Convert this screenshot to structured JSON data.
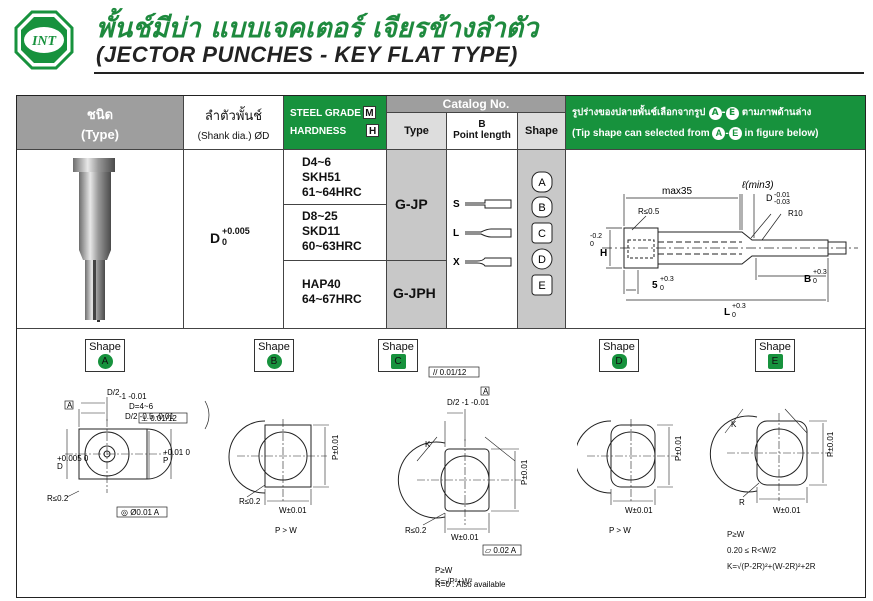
{
  "logo": {
    "text": "INT"
  },
  "title": {
    "thai": "พั้นช์มีบ่า แบบเจคเตอร์ เจียรข้างลำตัว",
    "english": "(JECTOR PUNCHES - KEY FLAT TYPE)"
  },
  "header": {
    "type_th": "ชนิด",
    "type_en": "(Type)",
    "shank_th": "ลำตัวพั้นช์",
    "shank_en": "(Shank dia.) ØD",
    "steel_grade": "STEEL GRADE",
    "steel_grade_box": "M",
    "hardness": "HARDNESS",
    "hardness_box": "H",
    "catalog": "Catalog No.",
    "type_col": "Type",
    "b_col": "B",
    "point_length": "Point length",
    "shape_col": "Shape",
    "tip_th_pre": "รูปร่างของปลายพั้นช์เลือกจากรูป",
    "tip_th_a": "A",
    "tip_th_dash": "-",
    "tip_th_e": "E",
    "tip_th_post": "ตามภาพด้านล่าง",
    "tip_en_pre": "(Tip shape can selected from",
    "tip_en_a": "A",
    "tip_en_dash": "-",
    "tip_en_e": "E",
    "tip_en_post": "in figure below)"
  },
  "row": {
    "d_main": "D",
    "d_upper": "+0.005",
    "d_lower": "0",
    "materials": [
      {
        "range": "D4~6",
        "grade": "SKH51",
        "hardness": "61~64HRC"
      },
      {
        "range": "D8~25",
        "grade": "SKD11",
        "hardness": "60~63HRC"
      },
      {
        "range": "",
        "grade": "HAP40",
        "hardness": "64~67HRC"
      }
    ],
    "types": [
      "G-JP",
      "G-JPH"
    ],
    "lengths": [
      "S",
      "L",
      "X"
    ],
    "shapes": [
      "A",
      "B",
      "C",
      "D",
      "E"
    ]
  },
  "dims": {
    "max35": "max35",
    "l_min3": "ℓ(min3)",
    "d_tol": "D",
    "d_tol_up": "-0.01",
    "d_tol_lo": "-0.03",
    "r05": "R≤0.5",
    "r10": "R10",
    "h": "H",
    "h_tol_up": "0",
    "h_tol_lo": "-0.2",
    "five": "5",
    "five_up": "+0.3",
    "five_lo": "0",
    "b": "B",
    "b_up": "+0.3",
    "b_lo": "0",
    "l": "L",
    "l_up": "+0.3",
    "l_lo": "0"
  },
  "shapes": {
    "label": "Shape",
    "a": {
      "letter": "A",
      "d2_top": "D/2",
      "d2_tol": "-1 -0.01",
      "d46": "D=4~6",
      "d05": "D/2 -0.5 -0.01",
      "perp": "⊥ 0.01/12",
      "datum_a": "A",
      "d_side": "D",
      "d_side_tol": "+0.005 0",
      "p": "P",
      "p_tol": "+0.01 0",
      "r": "R≤0.2",
      "conc": "◎ Ø0.01 A"
    },
    "b": {
      "letter": "B",
      "p": "P±0.01",
      "r": "R≤0.2",
      "w": "W±0.01",
      "note": "P > W"
    },
    "c": {
      "letter": "C",
      "perp": "// 0.01/12",
      "d2": "D/2 -1 -0.01",
      "datum": "A",
      "k": "K",
      "p": "P±0.01",
      "r": "R≤0.2",
      "w": "W±0.01",
      "flat": "▱ 0.02 A",
      "note1": "P≥W",
      "note2": "R=0 : Also available",
      "note3": "K=√P²+W²"
    },
    "d": {
      "letter": "D",
      "p": "P±0.01",
      "w": "W±0.01",
      "note": "P > W"
    },
    "e": {
      "letter": "E",
      "k": "K",
      "p": "P±0.01",
      "r": "R",
      "w": "W±0.01",
      "note1": "P≥W",
      "note2": "0.20 ≤ R<W/2",
      "note3": "K=√(P-2R)²+(W-2R)²+2R"
    }
  }
}
